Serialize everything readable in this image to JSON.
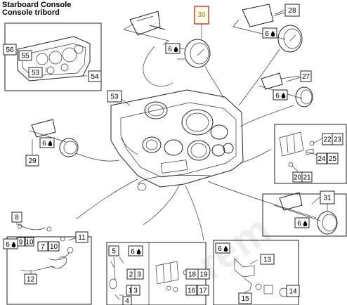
{
  "titles": {
    "line1": "Starboard Console",
    "line2": "Console tribord"
  },
  "colors": {
    "line": "#222222",
    "highlight_box": "#b8483a",
    "highlight_fill": "#fffde8",
    "highlight_text": "#9a8a2a"
  },
  "callouts": {
    "c30": "30",
    "c28": "28",
    "c27": "27",
    "c56": "56",
    "c55": "55",
    "c53a": "53",
    "c54": "54",
    "c53b": "53",
    "c29": "29",
    "c22": "22",
    "c23": "23",
    "c24": "24",
    "c25": "25",
    "c20": "20",
    "c21": "21",
    "c31": "31",
    "c8": "8",
    "c9": "9",
    "c10a": "10",
    "c7": "7",
    "c10b": "10",
    "c11": "11",
    "c12": "12",
    "c5": "5",
    "c6": "6",
    "c2": "2",
    "c3a": "3",
    "c1": "1",
    "c3b": "3",
    "c4": "4",
    "c18": "18",
    "c19": "19",
    "c16": "16",
    "c17": "17",
    "c13": "13",
    "c15": "15",
    "c14": "14"
  },
  "qty_labels": {
    "q30": "6",
    "q28": "6",
    "q27": "6",
    "q29": "6",
    "q31": "6",
    "q8": "6",
    "q6": "6",
    "q13": "6"
  },
  "icons": [
    "drop-icon"
  ]
}
